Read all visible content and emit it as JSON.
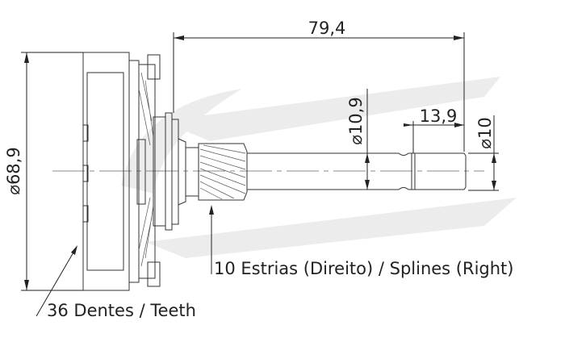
{
  "dimensions": {
    "overall_length": "79,4",
    "housing_diameter": "⌀68,9",
    "pinion_diameter": "⌀10,9",
    "shaft_end_length": "13,9",
    "shaft_end_diameter": "⌀10"
  },
  "annotations": {
    "splines": "10 Estrias (Direito) / Splines (Right)",
    "teeth": "36 Dentes / Teeth"
  }
}
